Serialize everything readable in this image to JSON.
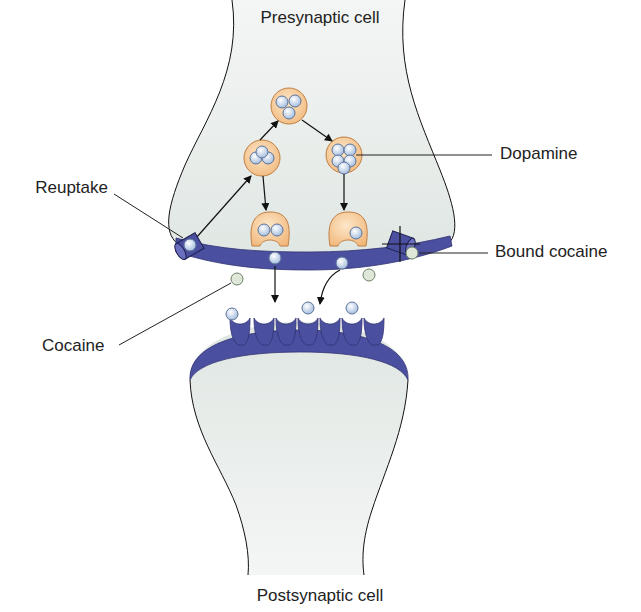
{
  "diagram": {
    "labels": [
      "Presynaptic cell",
      "Reuptake",
      "Dopamine",
      "Bound cocaine",
      "Cocaine",
      "Postsynaptic cell"
    ]
  }
}
